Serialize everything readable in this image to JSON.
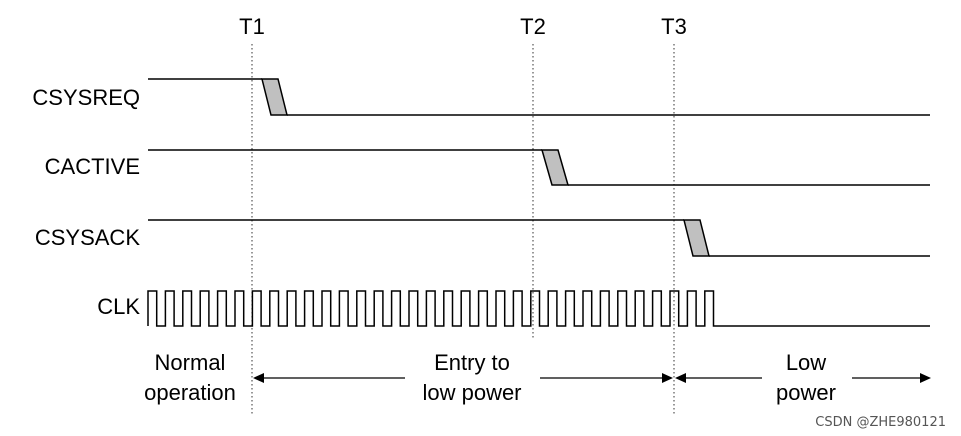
{
  "markers": [
    "T1",
    "T2",
    "T3"
  ],
  "signals": {
    "csysreq": "CSYSREQ",
    "cactive": "CACTIVE",
    "csysack": "CSYSACK",
    "clk": "CLK"
  },
  "phases": {
    "normal": [
      "Normal",
      "operation"
    ],
    "entry": [
      "Entry to",
      "low power"
    ],
    "low": [
      "Low",
      "power"
    ]
  },
  "watermark": "CSDN @ZHE980121"
}
